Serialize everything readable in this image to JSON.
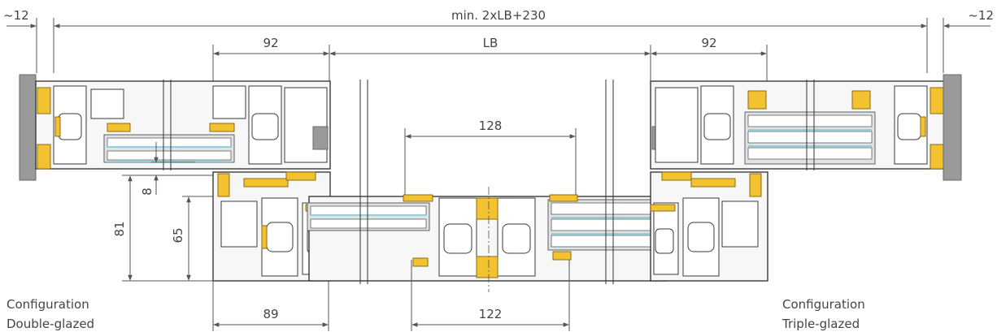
{
  "dimensions": {
    "overall": "min. 2xLB+230",
    "left_tolerance": "~12",
    "right_tolerance": "~12",
    "top_left": "92",
    "top_middle": "LB",
    "top_right": "92",
    "inner_top": "128",
    "seal_gap": "8",
    "left_height": "81",
    "inner_height": "65",
    "bottom_left": "89",
    "bottom_middle": "122"
  },
  "captions": {
    "left_line1": "Configuration",
    "left_line2": "Double-glazed",
    "right_line1": "Configuration",
    "right_line2": "Triple-glazed"
  },
  "colors": {
    "seal": "#f2c230",
    "wall": "#9a9a9a",
    "glass_edge": "#8fd0e0",
    "line": "#3a3a3a"
  }
}
